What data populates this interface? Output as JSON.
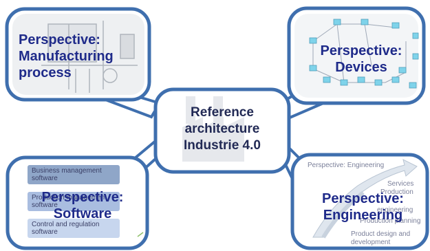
{
  "center": {
    "line1": "Reference",
    "line2": "architecture",
    "line3": "Industrie 4.0"
  },
  "bubbles": {
    "manufacturing": {
      "line1": "Perspective:",
      "line2": "Manufacturing",
      "line3": "process"
    },
    "devices": {
      "line1": "Perspective:",
      "line2": "Devices"
    },
    "software": {
      "line1": "Perspective:",
      "line2": "Software",
      "bars": [
        {
          "line1": "Business management",
          "line2": "software"
        },
        {
          "line1": "Production management",
          "line2": "software"
        },
        {
          "line1": "Control and regulation",
          "line2": "software"
        }
      ]
    },
    "engineering": {
      "line1": "Perspective:",
      "line2": "Engineering",
      "caption": "Perspective: Engineering",
      "steps": [
        "Services",
        "Production",
        "engineering",
        "Production planning",
        "Product design and",
        "development"
      ]
    }
  },
  "colors": {
    "border": "#3f6fae",
    "bubble_fill": "#ffffff",
    "title_text": "#1f2b8a",
    "center_text": "#222a55"
  }
}
